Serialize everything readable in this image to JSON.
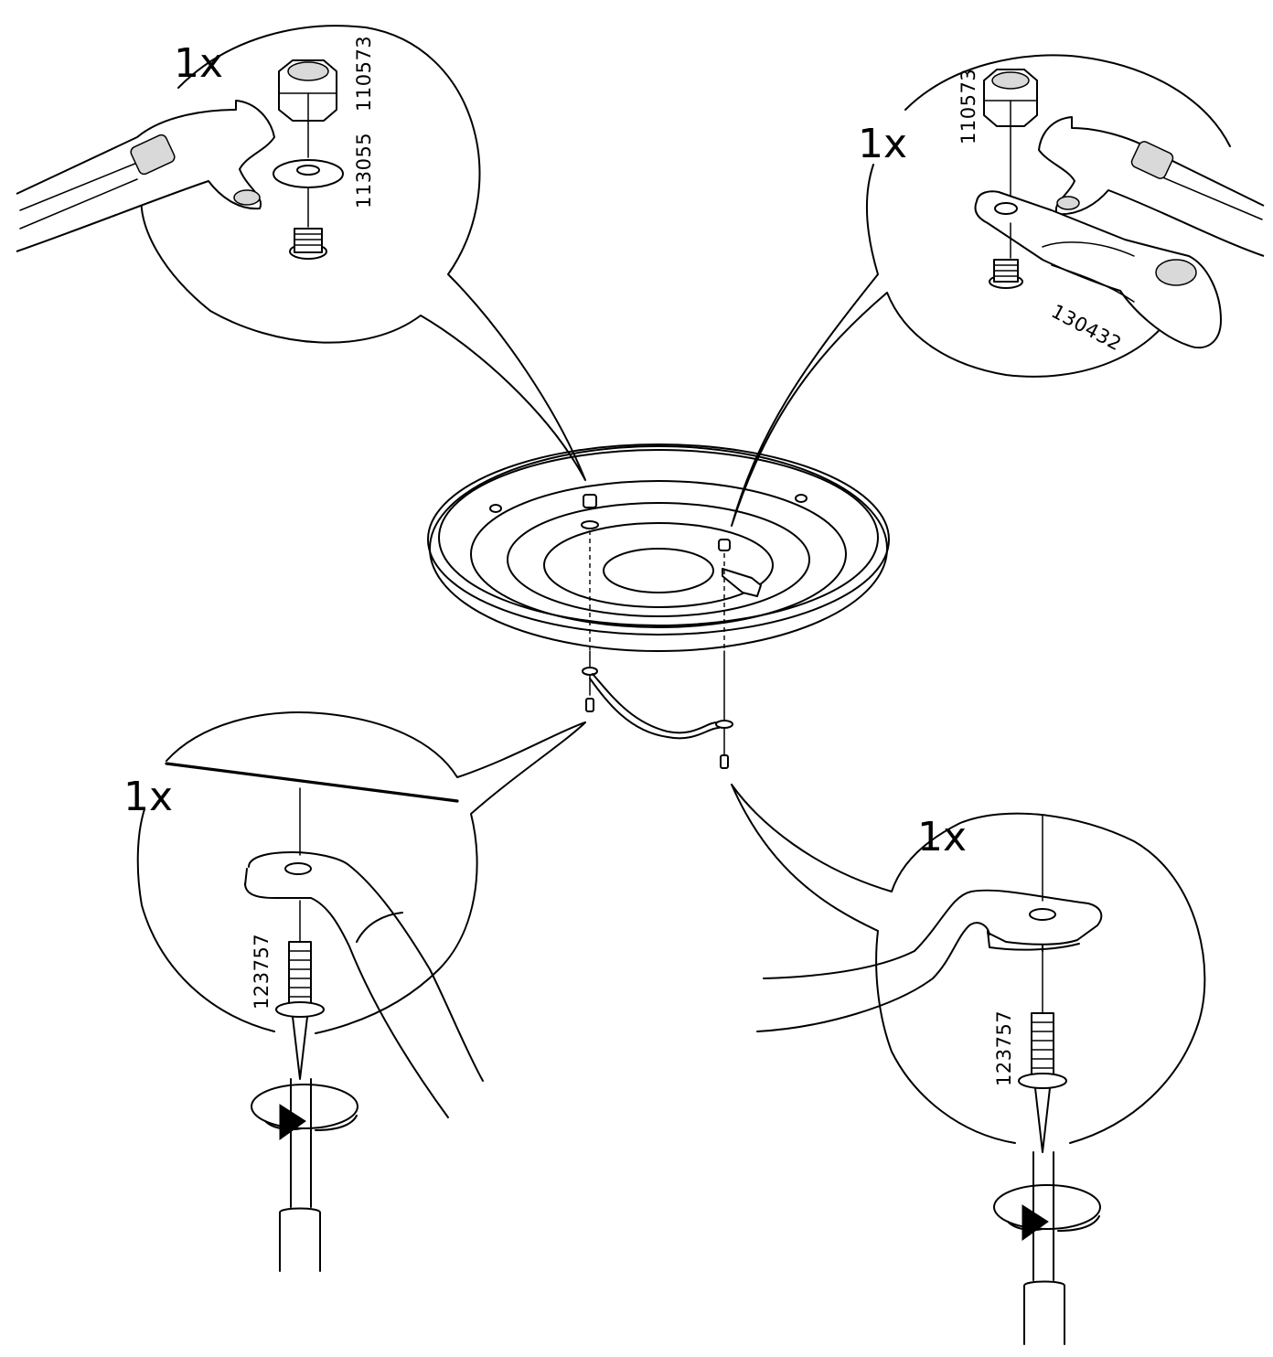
{
  "panels": {
    "top_left": {
      "quantity": "1x",
      "parts": [
        {
          "number": "110573",
          "icon": "nut-icon"
        },
        {
          "number": "113055",
          "icon": "washer-icon"
        }
      ],
      "tool": "adjustable-wrench-icon"
    },
    "top_right": {
      "quantity": "1x",
      "parts": [
        {
          "number": "110573",
          "icon": "nut-icon"
        },
        {
          "number": "130432",
          "icon": "cable-tag-icon"
        }
      ],
      "tool": "adjustable-wrench-icon"
    },
    "bottom_left": {
      "quantity": "1x",
      "parts": [
        {
          "number": "123757",
          "icon": "screw-icon"
        }
      ],
      "tool": "screwdriver-icon",
      "action": "rotate-clockwise-icon"
    },
    "bottom_right": {
      "quantity": "1x",
      "parts": [
        {
          "number": "123757",
          "icon": "screw-icon"
        }
      ],
      "tool": "screwdriver-icon",
      "action": "rotate-clockwise-icon"
    }
  },
  "center": {
    "object": "ceiling-plate-icon",
    "connector": "earth-wire-icon"
  }
}
